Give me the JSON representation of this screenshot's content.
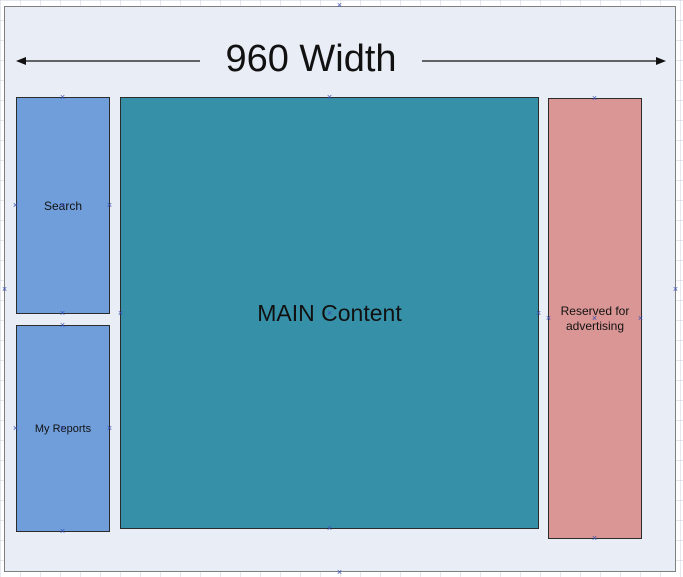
{
  "title": "960 Width",
  "blocks": {
    "search": "Search",
    "my_reports": "My Reports",
    "main": "MAIN Content",
    "ads": "Reserved for advertising"
  },
  "colors": {
    "canvas": "#e8edf6",
    "sidebar": "#6f9edb",
    "main": "#3590a8",
    "ads": "#d99694",
    "handles": "#3a4fb5"
  }
}
